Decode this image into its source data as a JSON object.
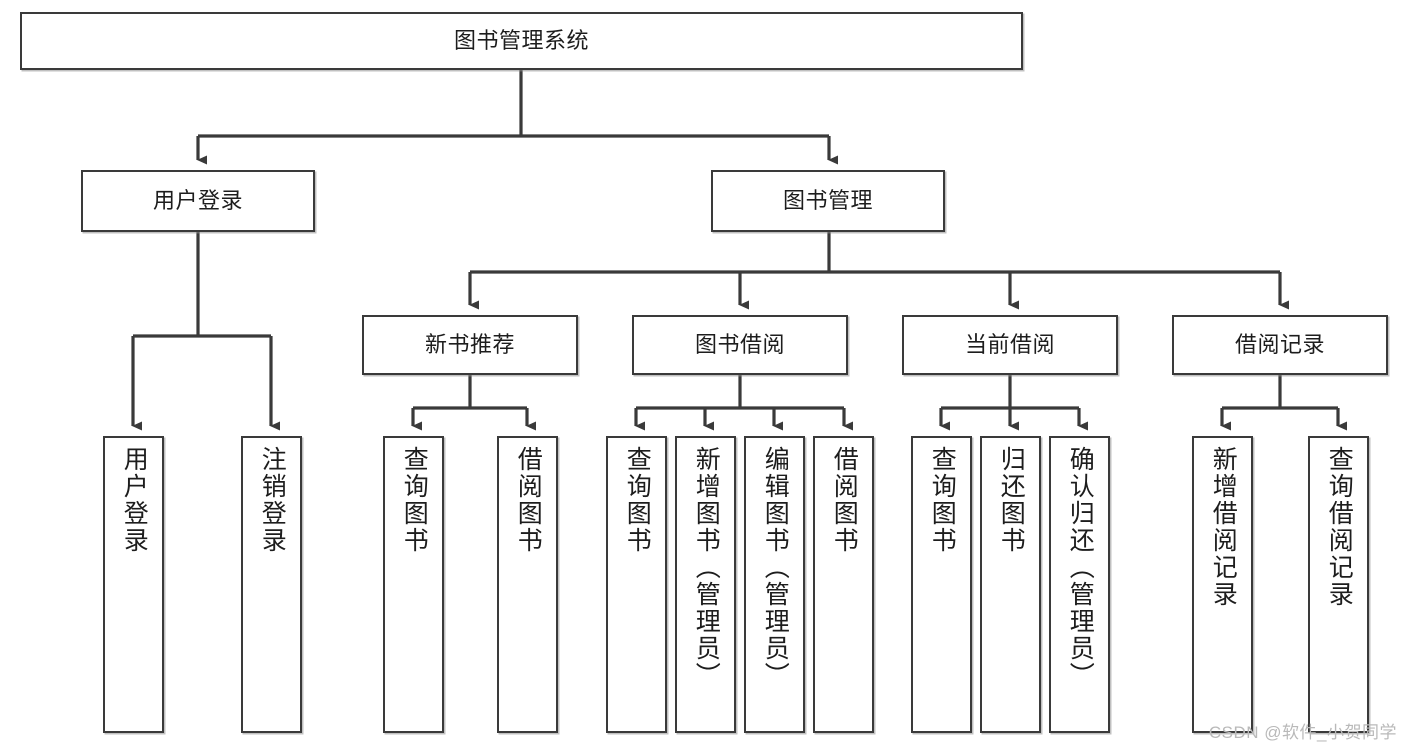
{
  "diagram": {
    "title": "图书管理系统",
    "type": "hierarchy-tree",
    "watermark": "CSDN @软件_小贺同学",
    "colors": {
      "node_border": "#3a3a3a",
      "node_fill": "#ffffff",
      "edge": "#3a3a3a",
      "text": "#1d1d1d",
      "watermark": "#b9b9b9",
      "background": "#ffffff"
    },
    "root": {
      "label": "图书管理系统"
    },
    "level2": [
      {
        "label": "用户登录"
      },
      {
        "label": "图书管理"
      }
    ],
    "level3": [
      {
        "label": "新书推荐"
      },
      {
        "label": "图书借阅"
      },
      {
        "label": "当前借阅"
      },
      {
        "label": "借阅记录"
      }
    ],
    "leaves": {
      "user_login": [
        {
          "label": "用户登录"
        },
        {
          "label": "注销登录"
        }
      ],
      "new_book_recommend": [
        {
          "label": "查询图书"
        },
        {
          "label": "借阅图书"
        }
      ],
      "book_borrow": [
        {
          "label": "查询图书"
        },
        {
          "label": "新增图书（管理员）"
        },
        {
          "label": "编辑图书（管理员）"
        },
        {
          "label": "借阅图书"
        }
      ],
      "current_borrow": [
        {
          "label": "查询图书"
        },
        {
          "label": "归还图书"
        },
        {
          "label": "确认归还（管理员）"
        }
      ],
      "borrow_record": [
        {
          "label": "新增借阅记录"
        },
        {
          "label": "查询借阅记录"
        }
      ]
    }
  }
}
